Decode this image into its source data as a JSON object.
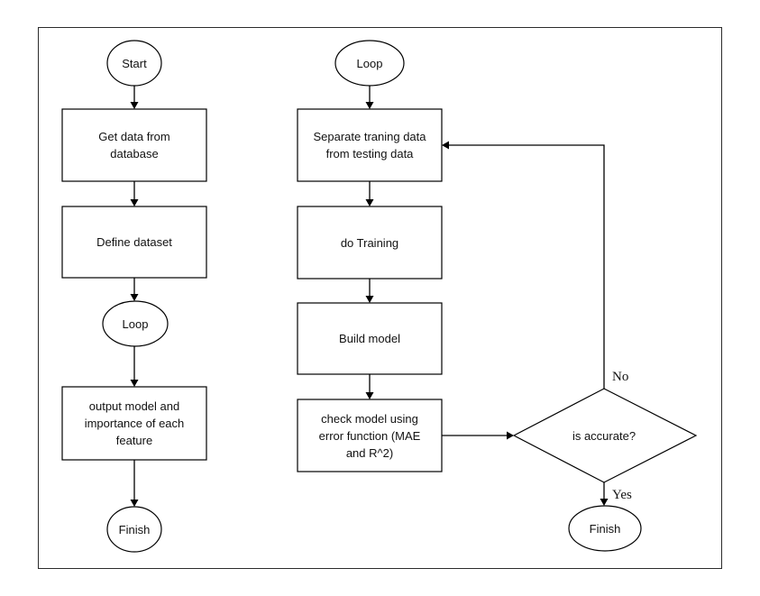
{
  "nodes": {
    "start": {
      "label": "Start"
    },
    "get_data": {
      "label": "Get data from\ndatabase"
    },
    "define_dataset": {
      "label": "Define dataset"
    },
    "loop_left": {
      "label": "Loop"
    },
    "output_model": {
      "label": "output model and\nimportance of each\nfeature"
    },
    "finish_left": {
      "label": "Finish"
    },
    "loop_right": {
      "label": "Loop"
    },
    "separate_data": {
      "label": "Separate traning data\nfrom testing data"
    },
    "do_training": {
      "label": "do Training"
    },
    "build_model": {
      "label": "Build model"
    },
    "check_model": {
      "label": "check model using\nerror function (MAE\nand R^2)"
    },
    "is_accurate": {
      "label": "is accurate?"
    },
    "finish_right": {
      "label": "Finish"
    }
  },
  "edge_labels": {
    "no": "No",
    "yes": "Yes"
  },
  "colors": {
    "stroke": "#000000",
    "fill": "#ffffff",
    "text": "#111111"
  }
}
